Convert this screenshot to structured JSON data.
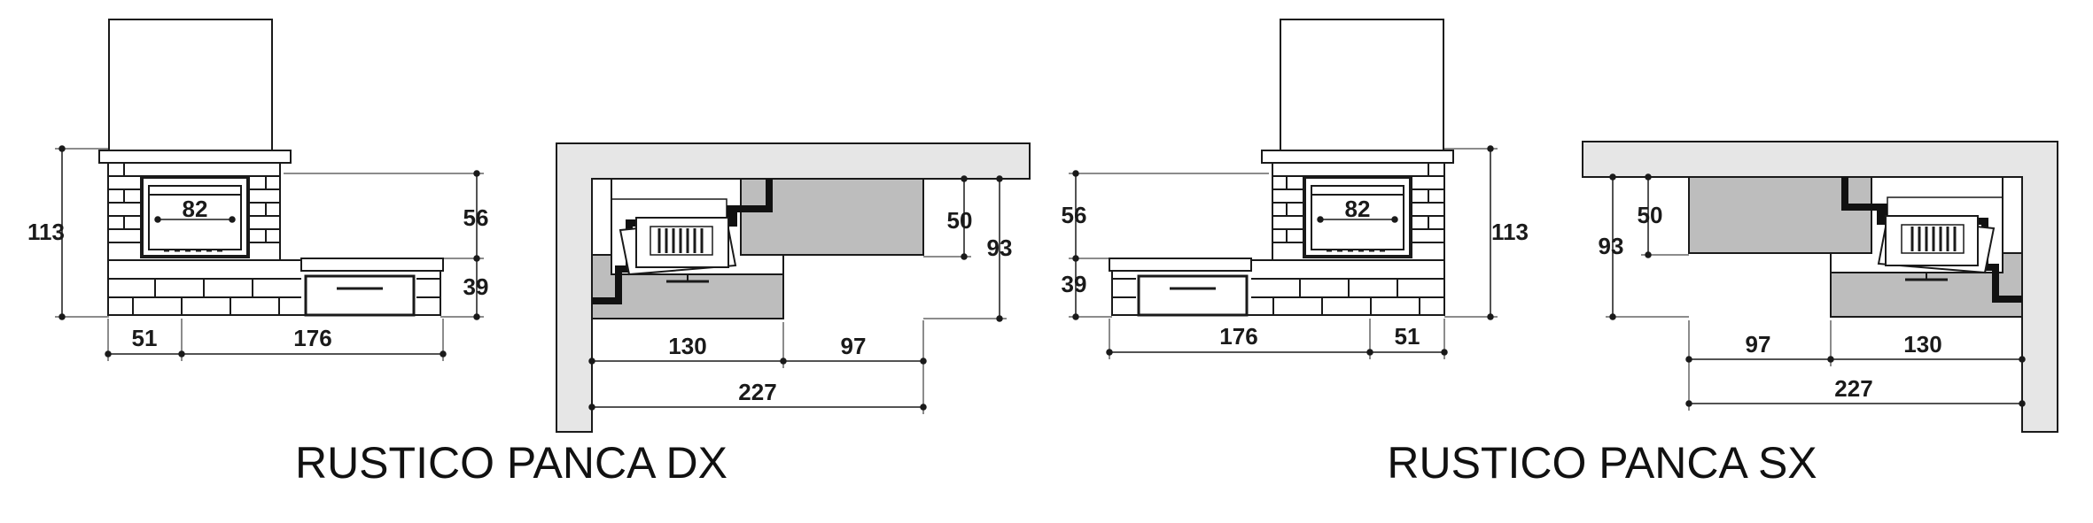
{
  "colors": {
    "line": "#1a1a1a",
    "wall": "#e6e6e6",
    "bench": "#bdbdbd",
    "grey_block": "#b4b4b4",
    "brick_mortar": "#ffffff",
    "hearth": "#ffffff"
  },
  "dx": {
    "caption": "RUSTICO PANCA DX",
    "front": {
      "h_total": "113",
      "firebox_w": "82",
      "h_upper": "56",
      "h_bench": "39",
      "w_side": "51",
      "w_bench": "176"
    },
    "plan": {
      "depth_bench": "50",
      "depth_total": "93",
      "w_fire": "130",
      "w_bench": "97",
      "w_total": "227"
    }
  },
  "sx": {
    "caption": "RUSTICO PANCA SX",
    "front": {
      "h_total": "113",
      "firebox_w": "82",
      "h_upper": "56",
      "h_bench": "39",
      "w_side": "51",
      "w_bench": "176"
    },
    "plan": {
      "depth_bench": "50",
      "depth_total": "93",
      "w_fire": "130",
      "w_bench": "97",
      "w_total": "227"
    }
  }
}
